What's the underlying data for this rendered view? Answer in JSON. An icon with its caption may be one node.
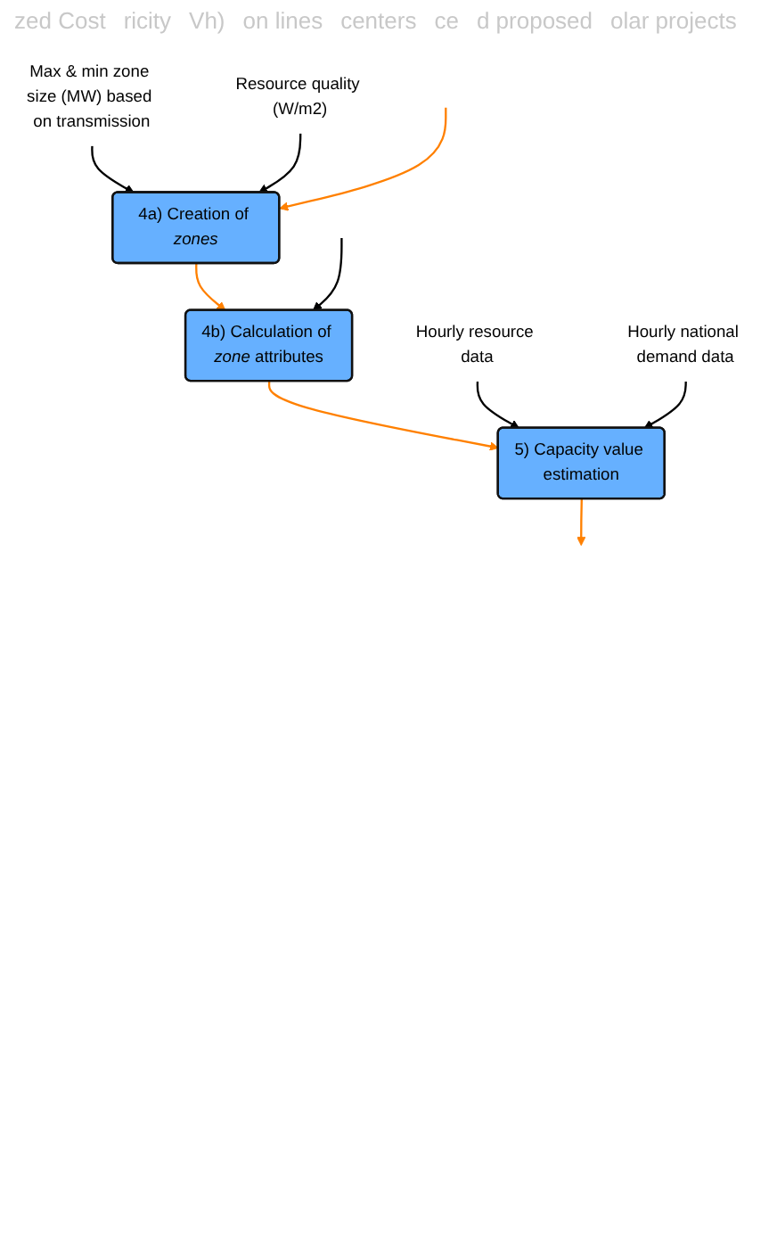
{
  "diagram": {
    "nodes": [
      {
        "text": [
          "Max & min zone size (MW) based on transmission"
        ]
      },
      {
        "text": [
          "Resource quality (W/m2)"
        ]
      },
      {
        "text": [
          "4a) Creation of *zones*"
        ]
      },
      {
        "text": [
          "4b) Calculation of *zone* attributes"
        ]
      },
      {
        "text": [
          "5) Capacity value estimation"
        ]
      },
      {
        "text": [
          "Hourly resource data"
        ]
      },
      {
        "text": [
          "Hourly national demand data"
        ]
      }
    ],
    "edges": [
      {
        "from": 0,
        "to": 2,
        "arrow": "to"
      },
      {
        "from": 1,
        "to": 2,
        "arrow": "to"
      },
      {
        "from": null,
        "to": 2,
        "arrow": "to",
        "color": "#ff8000"
      },
      {
        "from": 2,
        "to": 3,
        "arrow": "to",
        "color": "#ff8000"
      },
      {
        "from": null,
        "to": 3,
        "arrow": "to"
      },
      {
        "from": 3,
        "to": 4,
        "arrow": "to",
        "color": "#ff8000"
      },
      {
        "from": 5,
        "to": 4,
        "arrow": "to"
      },
      {
        "from": 6,
        "to": 4,
        "arrow": "to"
      },
      {
        "from": 4,
        "to": null,
        "arrow": "to",
        "color": "#ff8000"
      }
    ],
    "labels": [
      "zed Cost",
      "ricity",
      "Vh)",
      "on lines",
      "centers",
      "ce",
      "d proposed",
      "olar projects"
    ]
  }
}
